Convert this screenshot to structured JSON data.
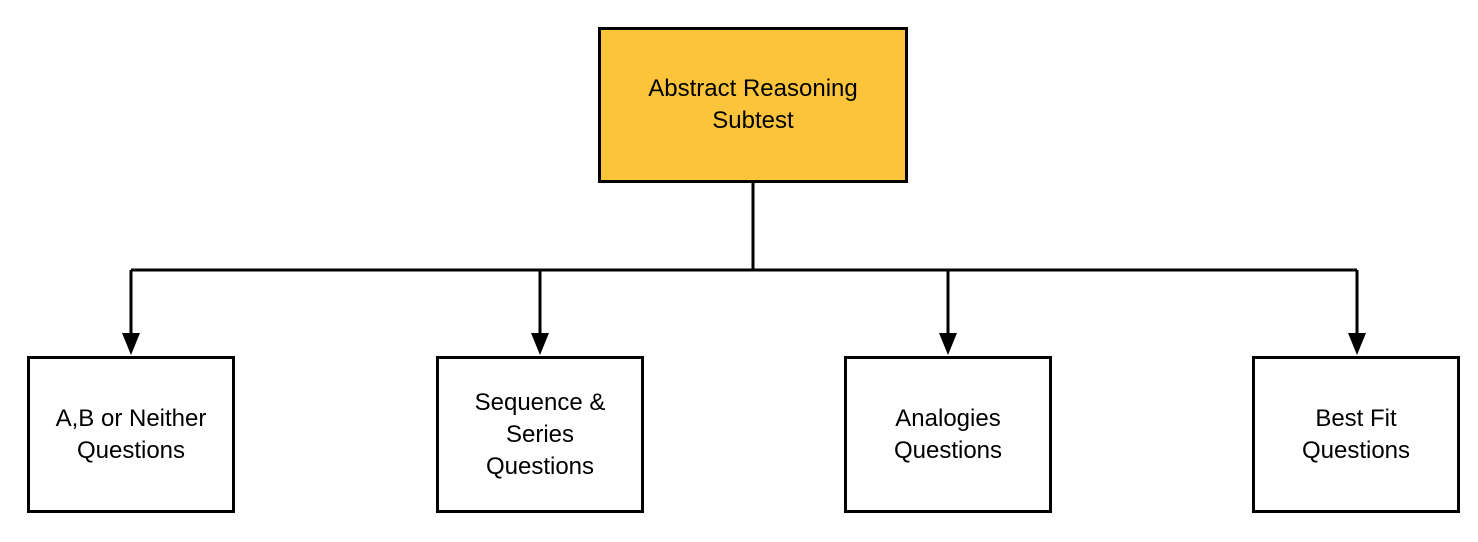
{
  "diagram": {
    "root": {
      "label": "Abstract Reasoning\nSubtest",
      "fill": "#FBC43A"
    },
    "children": [
      {
        "label": "A,B or Neither\nQuestions"
      },
      {
        "label": "Sequence &\nSeries\nQuestions"
      },
      {
        "label": "Analogies\nQuestions"
      },
      {
        "label": "Best Fit\nQuestions"
      }
    ],
    "colors": {
      "stroke": "#000000",
      "box_fill": "#FFFFFF"
    }
  }
}
